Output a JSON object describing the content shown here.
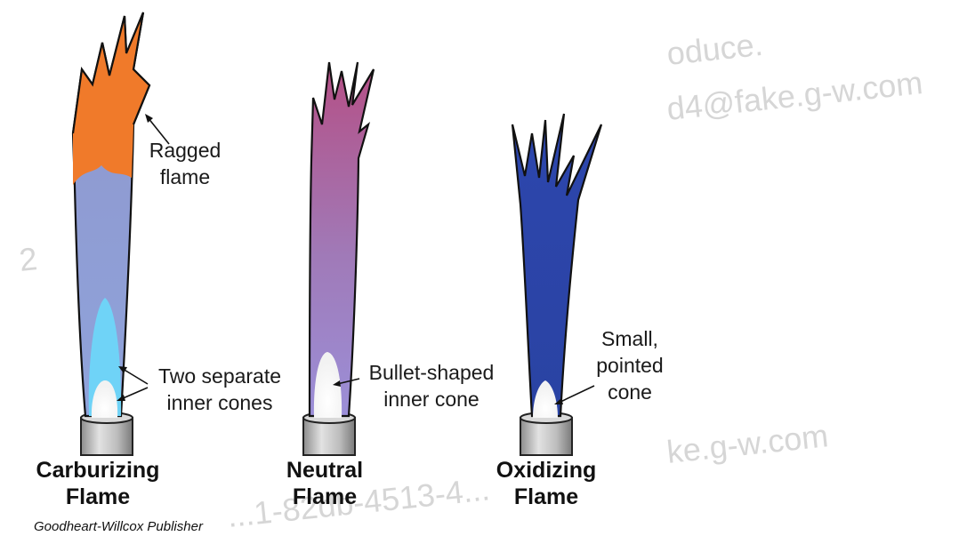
{
  "watermarks": [
    "oduce.",
    "d4@fake.g-w.com",
    "ke.g-w.com",
    "...1-82db-4513-4...",
    "2"
  ],
  "flames": [
    {
      "title_line1": "Carburizing",
      "title_line2": "Flame",
      "annotations": [
        {
          "line1": "Ragged",
          "line2": "flame"
        },
        {
          "line1": "Two separate",
          "line2": "inner cones"
        }
      ],
      "colors": {
        "outer_top": "#f07a2a",
        "outer_body": "#8e97cf",
        "inner": "#6fd3f7"
      }
    },
    {
      "title_line1": "Neutral",
      "title_line2": "Flame",
      "annotations": [
        {
          "line1": "Bullet-shaped",
          "line2": "inner cone"
        }
      ],
      "colors": {
        "outer_top": "#b9508a",
        "outer_body": "#a084c2",
        "inner": "#ffffff"
      }
    },
    {
      "title_line1": "Oxidizing",
      "title_line2": "Flame",
      "annotations": [
        {
          "line1": "Small,",
          "line2": "pointed",
          "line3": "cone"
        }
      ],
      "colors": {
        "outer_top": "#2840a8",
        "outer_body": "#2b44a6",
        "inner": "#ffffff"
      }
    }
  ],
  "credit": "Goodheart-Willcox Publisher"
}
